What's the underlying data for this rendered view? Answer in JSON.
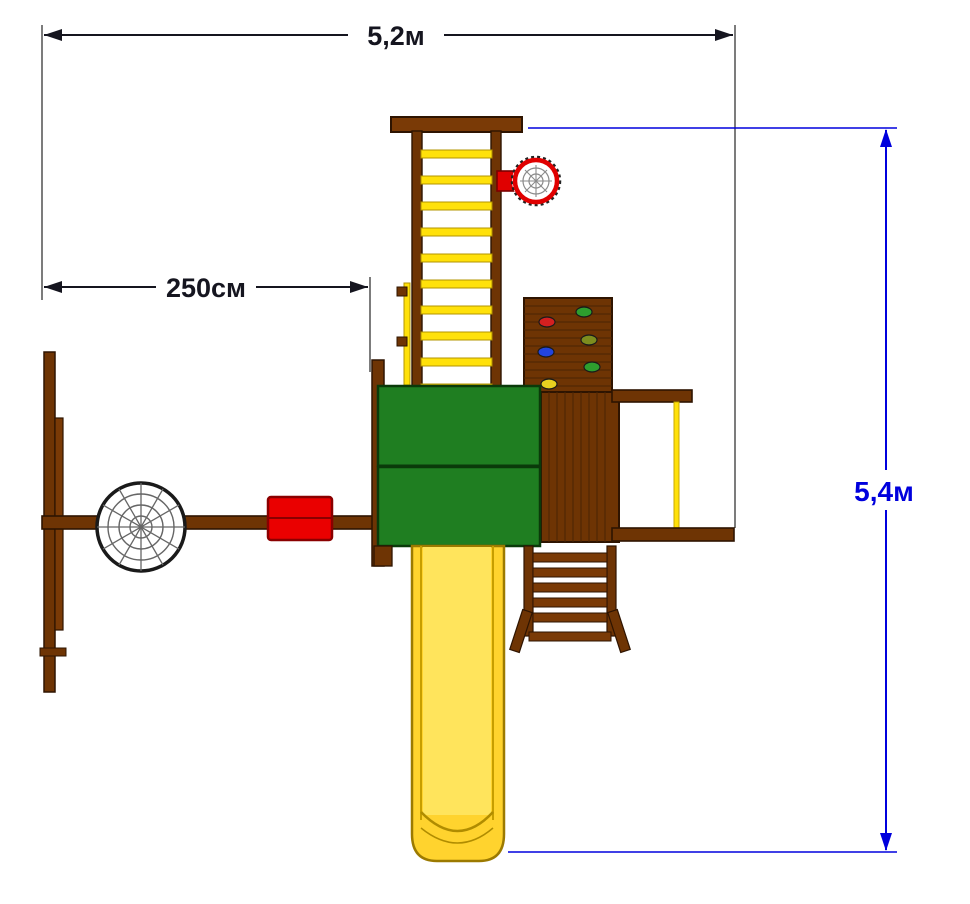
{
  "dims": {
    "top": {
      "label": "5,2м"
    },
    "inner": {
      "label": "250см"
    },
    "right": {
      "label": "5,4м"
    }
  },
  "colors": {
    "background": "#ffffff",
    "wood": "#6e3404",
    "wood_dark": "#2e1401",
    "roof_green": "#1f7e21",
    "roof_green_dark": "#0a3a0a",
    "slide_yellow": "#ffd32e",
    "slide_edge": "#9c7a00",
    "rung_yellow": "#ffe10a",
    "accent_red": "#ea0000",
    "ring_red": "#e00000",
    "net_gray": "#666666",
    "dim_dark": "#15151f",
    "dim_blue": "#0000dd"
  }
}
